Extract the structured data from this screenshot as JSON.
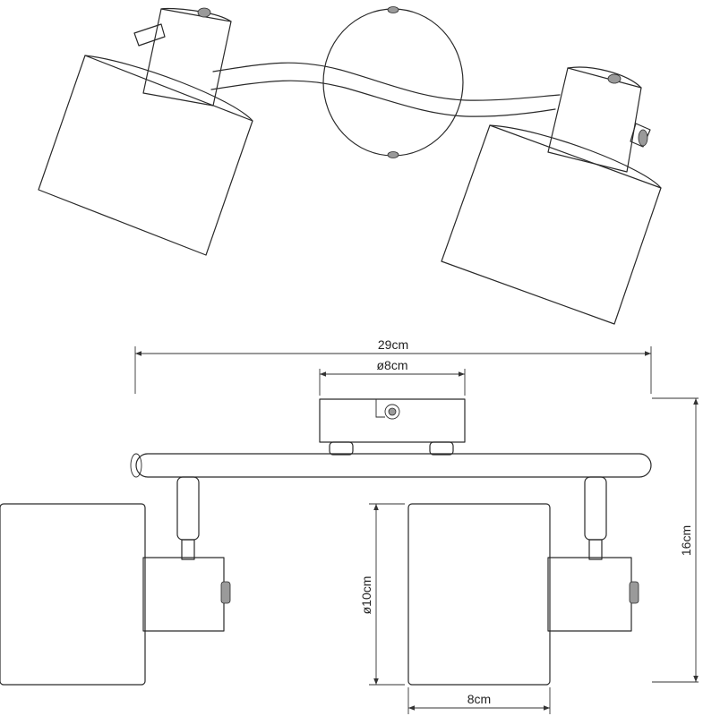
{
  "dimensions": {
    "total_width": "29cm",
    "canopy_diameter": "ø8cm",
    "total_height": "16cm",
    "shade_diameter": "ø10cm",
    "shade_width": "8cm"
  }
}
